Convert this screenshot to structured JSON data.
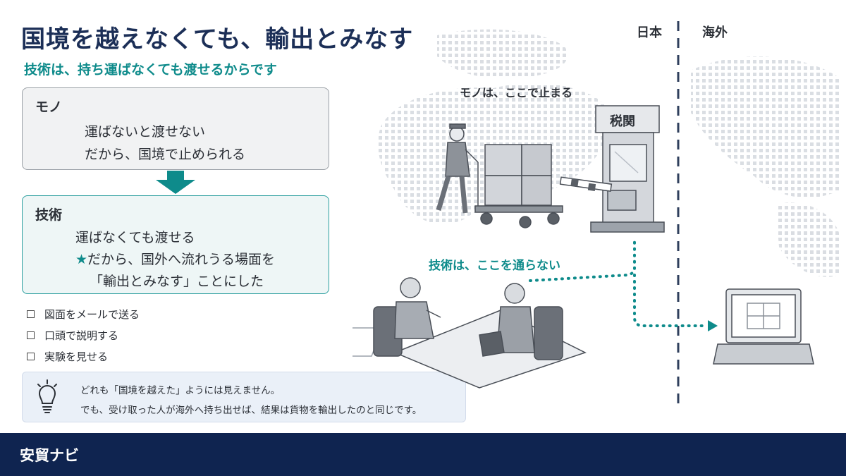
{
  "title": "国境を越えなくても、輸出とみなす",
  "subtitle": "技術は、持ち運ばなくても渡せるからです",
  "mono_box": {
    "heading": "モノ",
    "line1": "運ばないと渡せない",
    "line2": "だから、国境で止められる"
  },
  "tech_box": {
    "heading": "技術",
    "line1": "運ばなくても渡せる",
    "star": "★",
    "line2": "だから、国外へ流れうる場面を",
    "line3": "「輸出とみなす」ことにした"
  },
  "checklist": [
    "図面をメールで送る",
    "口頭で説明する",
    "実験を見せる"
  ],
  "note": {
    "line1": "どれも「国境を越えた」ようには見えません。",
    "line2": "でも、受け取った人が海外へ持ち出せば、結果は貨物を輸出したのと同じです。"
  },
  "illustration": {
    "japan_label": "日本",
    "overseas_label": "海外",
    "goods_stop_label": "モノは、ここで止まる",
    "customs_sign": "税関",
    "tech_pass_label": "技術は、ここを通らない"
  },
  "footer": {
    "brand": "安貿ナビ"
  },
  "colors": {
    "navy": "#0f2450",
    "teal": "#0e8b8b",
    "title": "#1c2f57"
  }
}
